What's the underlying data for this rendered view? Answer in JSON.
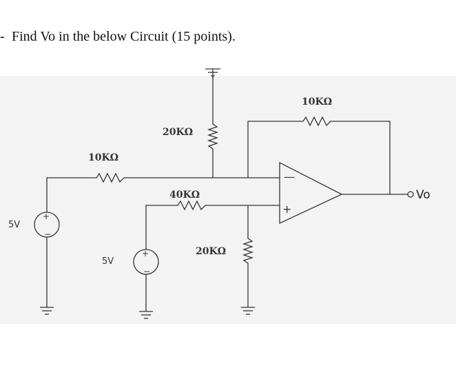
{
  "question": {
    "marker": "-",
    "text": "Find Vo in the below Circuit (15 points)."
  },
  "circuit": {
    "resistors": {
      "feedback": "10KΩ",
      "to_ground_top": "20KΩ",
      "input_left": "10KΩ",
      "input_bottom": "40KΩ",
      "to_ground_bottom": "20KΩ"
    },
    "sources": {
      "left": "5V",
      "bottom": "5V"
    },
    "output_label": "Vo",
    "opamp": {
      "inverting_symbol": "—",
      "noninverting_symbol": "+"
    }
  }
}
